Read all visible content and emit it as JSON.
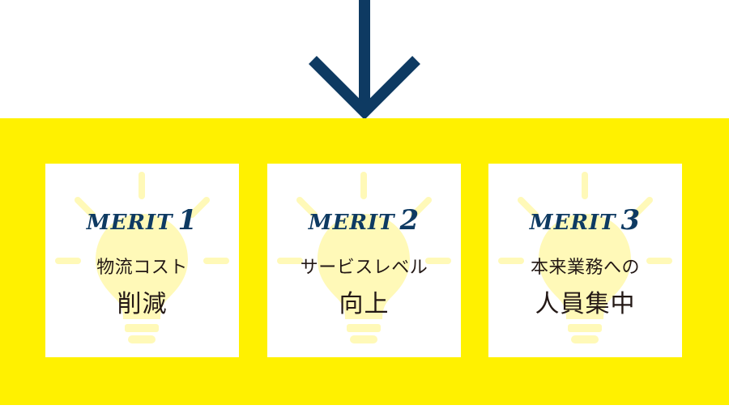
{
  "colors": {
    "accent_yellow": "#fff100",
    "navy": "#0e3a62",
    "text": "#231815",
    "bulb_tint": "#fff9b8"
  },
  "arrow": {
    "icon": "arrow-down-icon"
  },
  "cards": [
    {
      "merit_word": "MERIT",
      "merit_number": "1",
      "line1": "物流コスト",
      "line2": "削減"
    },
    {
      "merit_word": "MERIT",
      "merit_number": "2",
      "line1": "サービスレベル",
      "line2": "向上"
    },
    {
      "merit_word": "MERIT",
      "merit_number": "3",
      "line1": "本来業務への",
      "line2": "人員集中"
    }
  ]
}
